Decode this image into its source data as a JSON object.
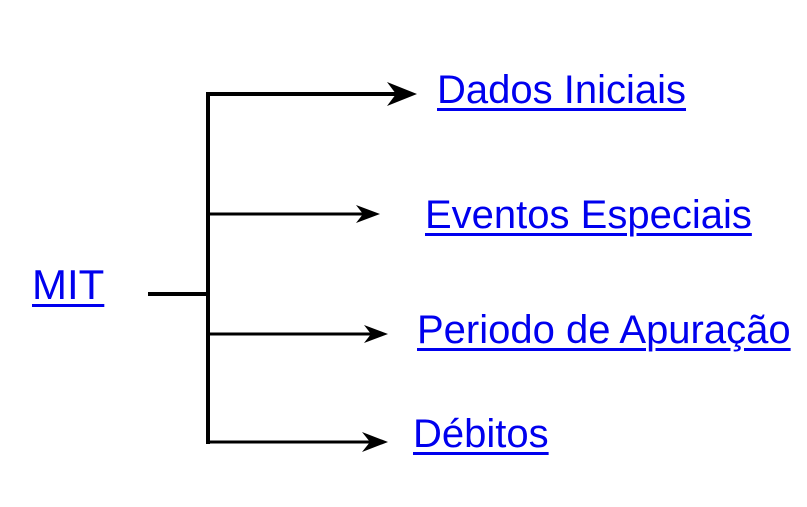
{
  "diagram": {
    "root": {
      "label": "MIT"
    },
    "children": [
      {
        "label": "Dados Iniciais"
      },
      {
        "label": "Eventos Especiais"
      },
      {
        "label": "Periodo de Apuração"
      },
      {
        "label": "Débitos"
      }
    ],
    "colors": {
      "link_blue": "#0000ee",
      "line_black": "#000000"
    }
  }
}
